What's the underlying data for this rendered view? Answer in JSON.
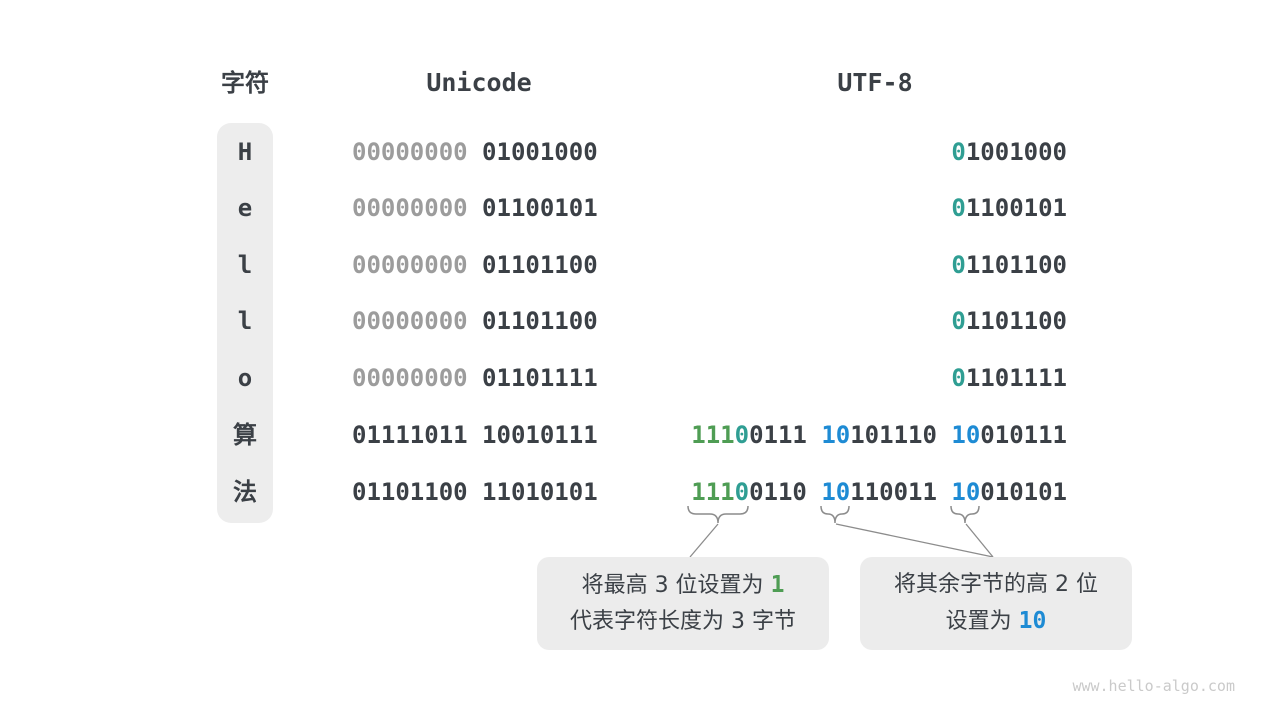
{
  "header": {
    "char_label": "字符",
    "unicode_label": "Unicode",
    "utf8_label": "UTF-8"
  },
  "colors": {
    "dark_text": "#3b4046",
    "muted_zero": "#9c9c9c",
    "prefix_one_green": "#4f9d54",
    "prefix_zero_teal": "#2f9e93",
    "continuation_blue": "#1e8bd4",
    "pill_background": "#ededed",
    "callout_background": "#ececec",
    "connector_line": "#8c8c8c",
    "watermark": "#cacaca"
  },
  "rows": [
    {
      "char": "H",
      "unicode": [
        [
          [
            "00000000",
            "muted"
          ]
        ],
        [
          [
            "01001000",
            "dark"
          ]
        ]
      ],
      "utf8": [
        [
          [
            "0",
            "teal"
          ],
          [
            "1001000",
            "dark"
          ]
        ]
      ]
    },
    {
      "char": "e",
      "unicode": [
        [
          [
            "00000000",
            "muted"
          ]
        ],
        [
          [
            "01100101",
            "dark"
          ]
        ]
      ],
      "utf8": [
        [
          [
            "0",
            "teal"
          ],
          [
            "1100101",
            "dark"
          ]
        ]
      ]
    },
    {
      "char": "l",
      "unicode": [
        [
          [
            "00000000",
            "muted"
          ]
        ],
        [
          [
            "01101100",
            "dark"
          ]
        ]
      ],
      "utf8": [
        [
          [
            "0",
            "teal"
          ],
          [
            "1101100",
            "dark"
          ]
        ]
      ]
    },
    {
      "char": "l",
      "unicode": [
        [
          [
            "00000000",
            "muted"
          ]
        ],
        [
          [
            "01101100",
            "dark"
          ]
        ]
      ],
      "utf8": [
        [
          [
            "0",
            "teal"
          ],
          [
            "1101100",
            "dark"
          ]
        ]
      ]
    },
    {
      "char": "o",
      "unicode": [
        [
          [
            "00000000",
            "muted"
          ]
        ],
        [
          [
            "01101111",
            "dark"
          ]
        ]
      ],
      "utf8": [
        [
          [
            "0",
            "teal"
          ],
          [
            "1101111",
            "dark"
          ]
        ]
      ]
    },
    {
      "char": "算",
      "unicode": [
        [
          [
            "01111011",
            "dark"
          ]
        ],
        [
          [
            "10010111",
            "dark"
          ]
        ]
      ],
      "utf8": [
        [
          [
            "111",
            "green"
          ],
          [
            "0",
            "teal"
          ],
          [
            "0111",
            "dark"
          ]
        ],
        [
          [
            "10",
            "blue"
          ],
          [
            "101110",
            "dark"
          ]
        ],
        [
          [
            "10",
            "blue"
          ],
          [
            "010111",
            "dark"
          ]
        ]
      ]
    },
    {
      "char": "法",
      "unicode": [
        [
          [
            "01101100",
            "dark"
          ]
        ],
        [
          [
            "11010101",
            "dark"
          ]
        ]
      ],
      "utf8": [
        [
          [
            "111",
            "green"
          ],
          [
            "0",
            "teal"
          ],
          [
            "0110",
            "dark"
          ]
        ],
        [
          [
            "10",
            "blue"
          ],
          [
            "110011",
            "dark"
          ]
        ],
        [
          [
            "10",
            "blue"
          ],
          [
            "010101",
            "dark"
          ]
        ]
      ]
    }
  ],
  "callouts": {
    "left": {
      "line1_prefix": "将最高 3 位设置为 ",
      "line1_highlight": "1",
      "line2": "代表字符长度为 3 字节"
    },
    "right": {
      "line1": "将其余字节的高 2 位",
      "line2_prefix": "设置为 ",
      "line2_highlight": "10"
    }
  },
  "watermark": "www.hello-algo.com"
}
